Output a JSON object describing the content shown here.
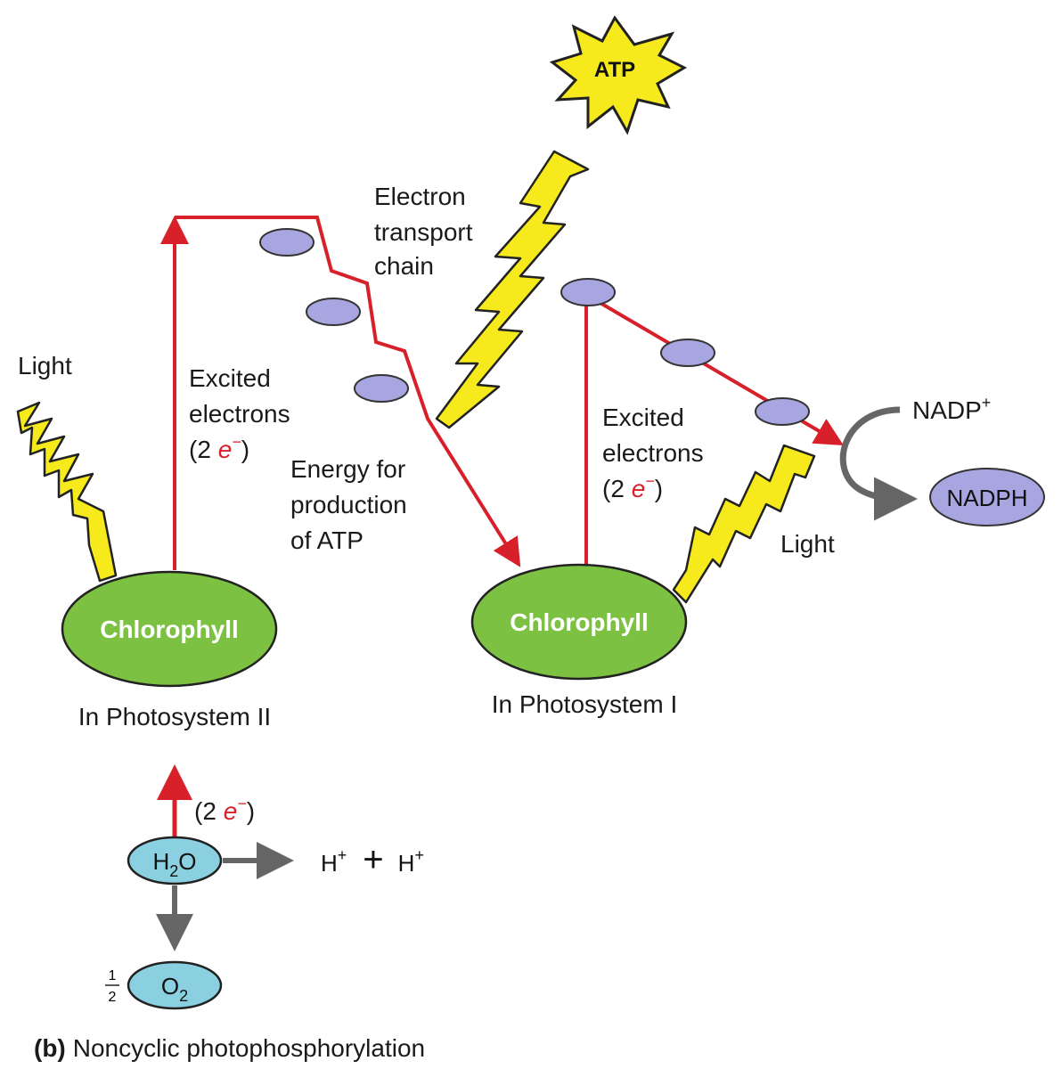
{
  "caption": {
    "letter": "(b)",
    "text": "Noncyclic photophosphorylation"
  },
  "light_left": "Light",
  "light_right": "Light",
  "excited_left": {
    "line1": "Excited",
    "line2": "electrons",
    "paren_open": "(2 ",
    "e": "e",
    "minus": "−",
    "paren_close": ")"
  },
  "excited_right": {
    "line1": "Excited",
    "line2": "electrons",
    "paren_open": "(2 ",
    "e": "e",
    "minus": "−",
    "paren_close": ")"
  },
  "ps2": {
    "chlorophyll": "Chlorophyll",
    "label": "In Photosystem II"
  },
  "ps1": {
    "chlorophyll": "Chlorophyll",
    "label": "In Photosystem I"
  },
  "etc_label": {
    "line1": "Electron",
    "line2": "transport",
    "line3": "chain"
  },
  "energy_label": {
    "line1": "Energy for",
    "line2": "production",
    "line3": "of ATP"
  },
  "atp": "ATP",
  "nadp": {
    "base": "NADP",
    "sup": "+"
  },
  "nadph": "NADPH",
  "water": {
    "h": "H",
    "sub": "2",
    "o": "O"
  },
  "water_electrons": {
    "paren_open": "(2 ",
    "e": "e",
    "minus": "−",
    "paren_close": ")"
  },
  "protons": {
    "h1": "H",
    "sup1": "+",
    "plus": "+",
    "h2": "H",
    "sup2": "+"
  },
  "oxygen": {
    "frac_num": "1",
    "frac_den": "2",
    "o": "O",
    "sub": "2"
  },
  "colors": {
    "electron_red": "#d8202a",
    "chlorophyll_green": "#7dc143",
    "carrier_lavender": "#a8a6e0",
    "water_cyan": "#8ad0e0",
    "light_yellow": "#f6ea1c",
    "gray_arrow": "#666666"
  }
}
